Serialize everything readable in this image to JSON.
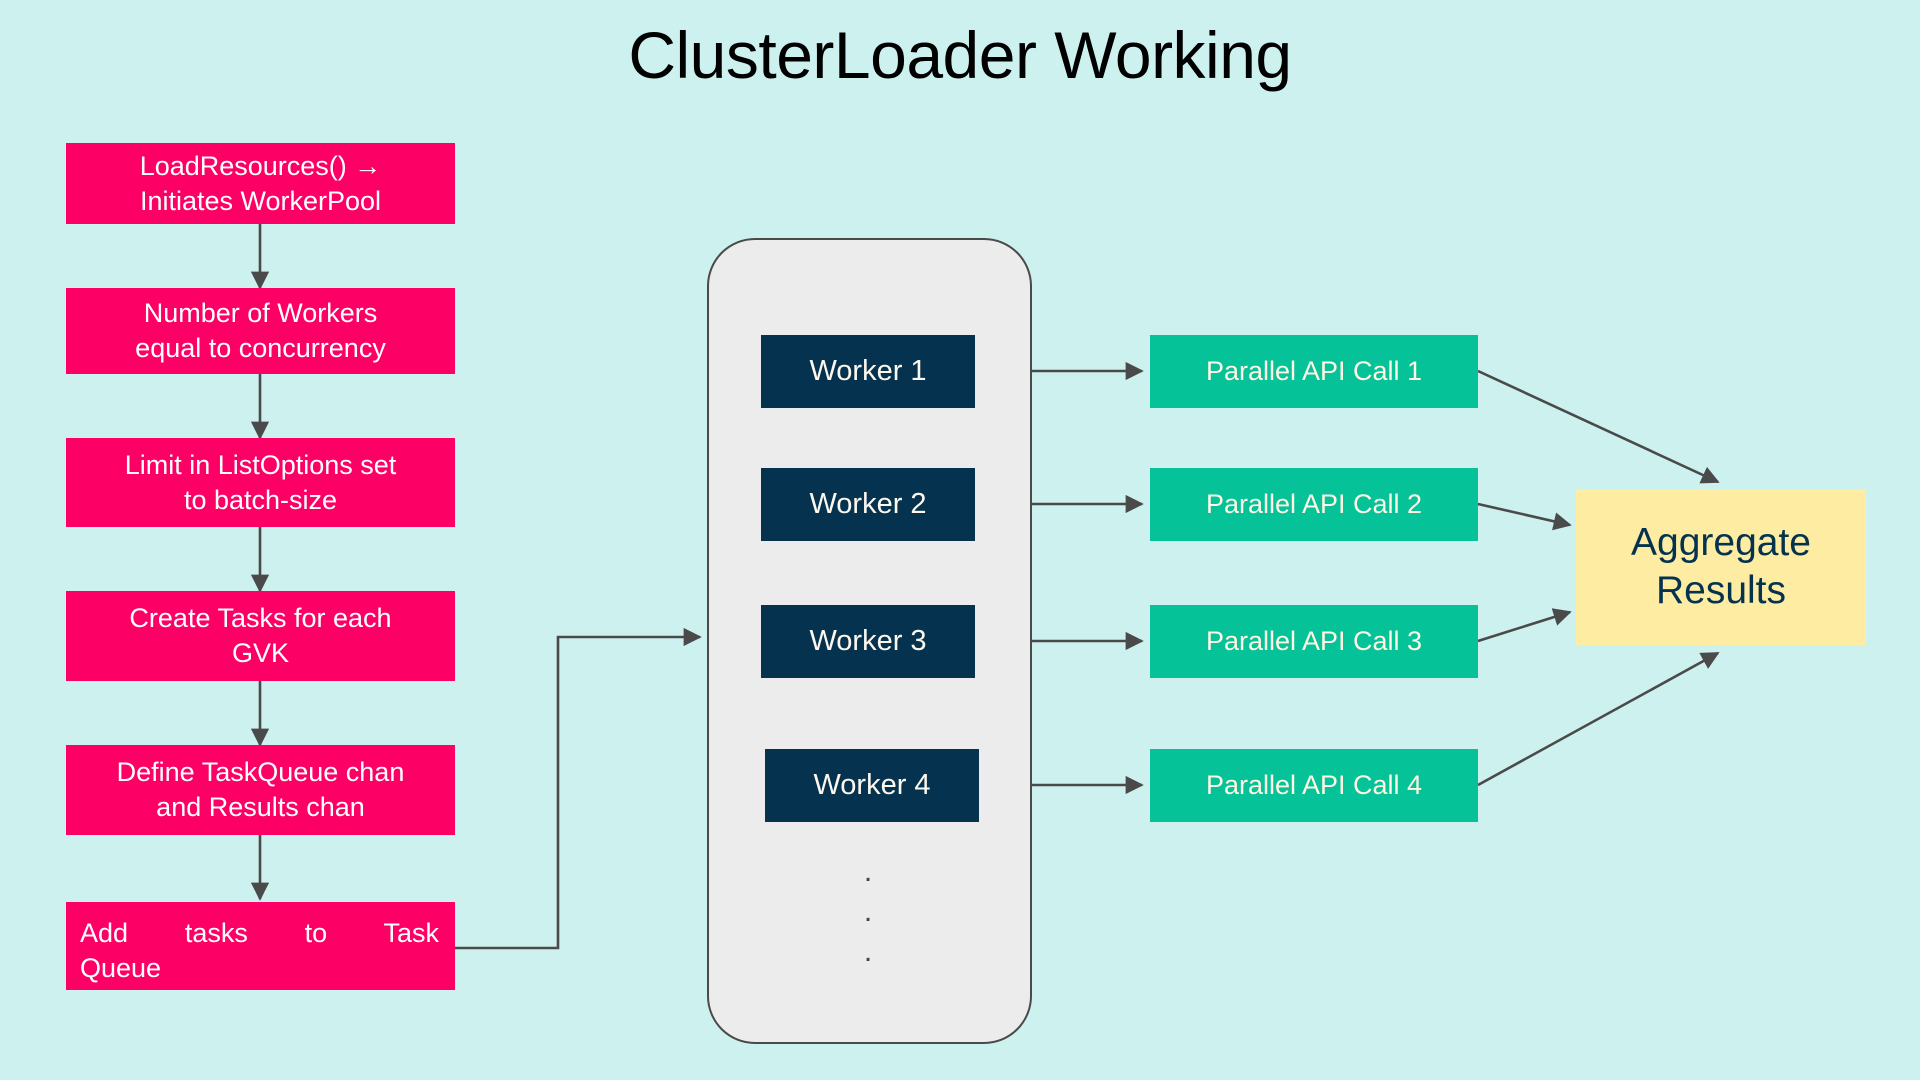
{
  "diagram": {
    "title": "ClusterLoader Working",
    "background_color": "#cdf1ee",
    "colors": {
      "pink": "#fc0066",
      "worker_navy": "#05334f",
      "api_green": "#05c299",
      "aggregate_yellow": "#fdeca2",
      "pool_gray": "#ececec",
      "edge_gray": "#4a4a4a",
      "title_black": "#000000"
    }
  },
  "left_flow": {
    "steps": [
      {
        "id": "load-resources",
        "line1": "LoadResources() →",
        "line2": "Initiates WorkerPool"
      },
      {
        "id": "number-of-workers",
        "line1": "Number of Workers",
        "line2": "equal to concurrency"
      },
      {
        "id": "limit-listoptions",
        "line1": "Limit in ListOptions set",
        "line2": "to batch-size"
      },
      {
        "id": "create-tasks",
        "line1": "Create Tasks for each",
        "line2": "GVK"
      },
      {
        "id": "define-taskqueue",
        "line1": "Define TaskQueue chan",
        "line2": "and Results chan"
      },
      {
        "id": "add-tasks",
        "line1": "Add tasks to Task",
        "line2": "Queue"
      }
    ]
  },
  "worker_pool": {
    "workers": [
      {
        "label": "Worker 1"
      },
      {
        "label": "Worker 2"
      },
      {
        "label": "Worker 3"
      },
      {
        "label": "Worker 4"
      }
    ],
    "ellipsis": [
      ".",
      ".",
      "."
    ]
  },
  "api_calls": {
    "items": [
      {
        "label": "Parallel API Call 1"
      },
      {
        "label": "Parallel API Call 2"
      },
      {
        "label": "Parallel API Call 3"
      },
      {
        "label": "Parallel API Call 4"
      }
    ]
  },
  "aggregate": {
    "line1": "Aggregate",
    "line2": "Results"
  }
}
